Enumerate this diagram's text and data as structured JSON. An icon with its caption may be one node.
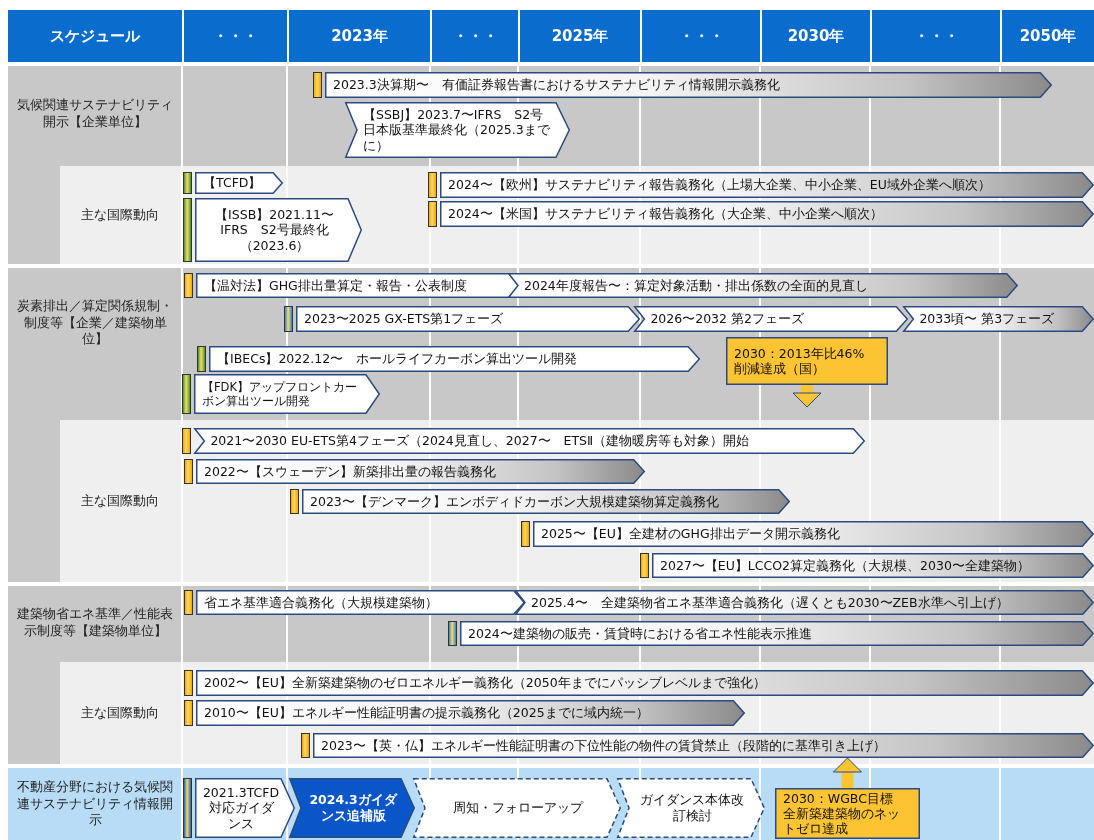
{
  "diagram": {
    "nodes": [
      {
        "text": [
          "気候関連サステナビリティ開示【企業単位】"
        ]
      },
      {
        "text": [
          "2023.3決算期〜　有価証券報告書におけるサステナビリティ情報開示義務化"
        ],
        "in": 0
      },
      {
        "text": [
          "【SSBJ】2023.7〜IFRS　S2号日本版基準最終化（2025.3までに）"
        ],
        "in": 0
      },
      {
        "text": [
          "主な国際動向"
        ],
        "in": 0
      },
      {
        "text": [
          "【TCFD】"
        ],
        "in": 3
      },
      {
        "text": [
          "【ISSB】2021.11〜IFRS　S2号最終化（2023.6）"
        ],
        "in": 3
      },
      {
        "text": [
          "2024〜【欧州】サステナビリティ報告義務化（上場大企業、中小企業、EU域外企業へ順次）"
        ],
        "in": 3
      },
      {
        "text": [
          "2024〜【米国】サステナビリティ報告義務化（大企業、中小企業へ順次）"
        ],
        "in": 3
      },
      {
        "text": [
          "炭素排出／算定関係規制・制度等【企業／建築物単位】"
        ]
      },
      {
        "text": [
          "【温対法】GHG排出量算定・報告・公表制度"
        ],
        "in": 8
      },
      {
        "text": [
          "2024年度報告〜：算定対象活動・排出係数の全面的見直し"
        ],
        "in": 8
      },
      {
        "text": [
          "2023〜2025 GX-ETS第1フェーズ"
        ],
        "in": 8
      },
      {
        "text": [
          "2026〜2032 第2フェーズ"
        ],
        "in": 8
      },
      {
        "text": [
          "2033頃〜 第3フェーズ"
        ],
        "in": 8
      },
      {
        "text": [
          "【IBECs】2022.12〜　ホールライフカーボン算出ツール開発"
        ],
        "in": 8
      },
      {
        "text": [
          "2030：2013年比46%削減達成（国）"
        ],
        "in": 8
      },
      {
        "text": [
          "【FDK】アップフロントカーボン算出ツール開発"
        ],
        "in": 8
      },
      {
        "text": [
          "主な国際動向"
        ],
        "in": 8
      },
      {
        "text": [
          "2021〜2030 EU-ETS第4フェーズ（2024見直し、2027〜　ETSⅡ（建物暖房等も対象）開始"
        ],
        "in": 17
      },
      {
        "text": [
          "2022〜【スウェーデン】新築排出量の報告義務化"
        ],
        "in": 17
      },
      {
        "text": [
          "2023〜【デンマーク】エンボディドカーボン大規模建築物算定義務化"
        ],
        "in": 17
      },
      {
        "text": [
          "2025〜【EU】全建材のGHG排出データ開示義務化"
        ],
        "in": 17
      },
      {
        "text": [
          "2027〜【EU】LCCO2算定義務化（大規模、2030〜全建築物）"
        ],
        "in": 17
      },
      {
        "text": [
          "建築物省エネ基準／性能表示制度等【建築物単位】"
        ]
      },
      {
        "text": [
          "省エネ基準適合義務化（大規模建築物）"
        ],
        "in": 23
      },
      {
        "text": [
          "2025.4〜　全建築物省エネ基準適合義務化（遅くとも2030〜ZEB水準へ引上げ）"
        ],
        "in": 23
      },
      {
        "text": [
          "2024〜建築物の販売・賃貸時における省エネ性能表示推進"
        ],
        "in": 23
      },
      {
        "text": [
          "主な国際動向"
        ],
        "in": 23
      },
      {
        "text": [
          "2002〜【EU】全新築建築物のゼロエネルギー義務化（2050年までにパッシブレベルまで強化）"
        ],
        "in": 27
      },
      {
        "text": [
          "2010〜【EU】エネルギー性能証明書の提示義務化（2025までに域内統一）"
        ],
        "in": 27
      },
      {
        "text": [
          "2023〜【英・仏】エネルギー性能証明書の下位性能の物件の賃貸禁止（段階的に基準引き上げ）"
        ],
        "in": 27
      },
      {
        "text": [
          "不動産分野における気候関連サステナビリティ情報開示"
        ]
      },
      {
        "text": [
          "2021.3TCFD対応ガイダンス"
        ],
        "in": 31
      },
      {
        "text": [
          "2024.3ガイダンス追補版"
        ],
        "in": 31
      },
      {
        "text": [
          "周知・フォローアップ"
        ],
        "in": 31
      },
      {
        "text": [
          "ガイダンス本体改訂検討"
        ],
        "in": 31
      },
      {
        "text": [
          "2030：WGBC目標全新築建築物のネットゼロ達成"
        ],
        "in": 31
      }
    ],
    "edges": [
      {
        "from": 15,
        "to": null,
        "arrow": "to"
      },
      {
        "from": 36,
        "to": 30,
        "arrow": "to"
      }
    ],
    "labels": [
      "スケジュール",
      "・・・",
      "2023年",
      "・・・",
      "2025年",
      "・・・",
      "2030年",
      "・・・",
      "2050年"
    ]
  }
}
